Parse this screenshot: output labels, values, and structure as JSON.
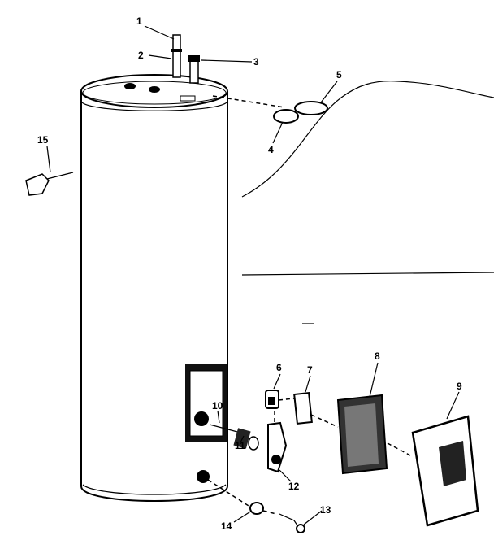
{
  "diagram": {
    "type": "exploded-parts-view",
    "part_labels": [
      "1",
      "2",
      "3",
      "4",
      "5",
      "6",
      "7",
      "8",
      "9",
      "10",
      "11",
      "12",
      "13",
      "14",
      "15"
    ]
  }
}
